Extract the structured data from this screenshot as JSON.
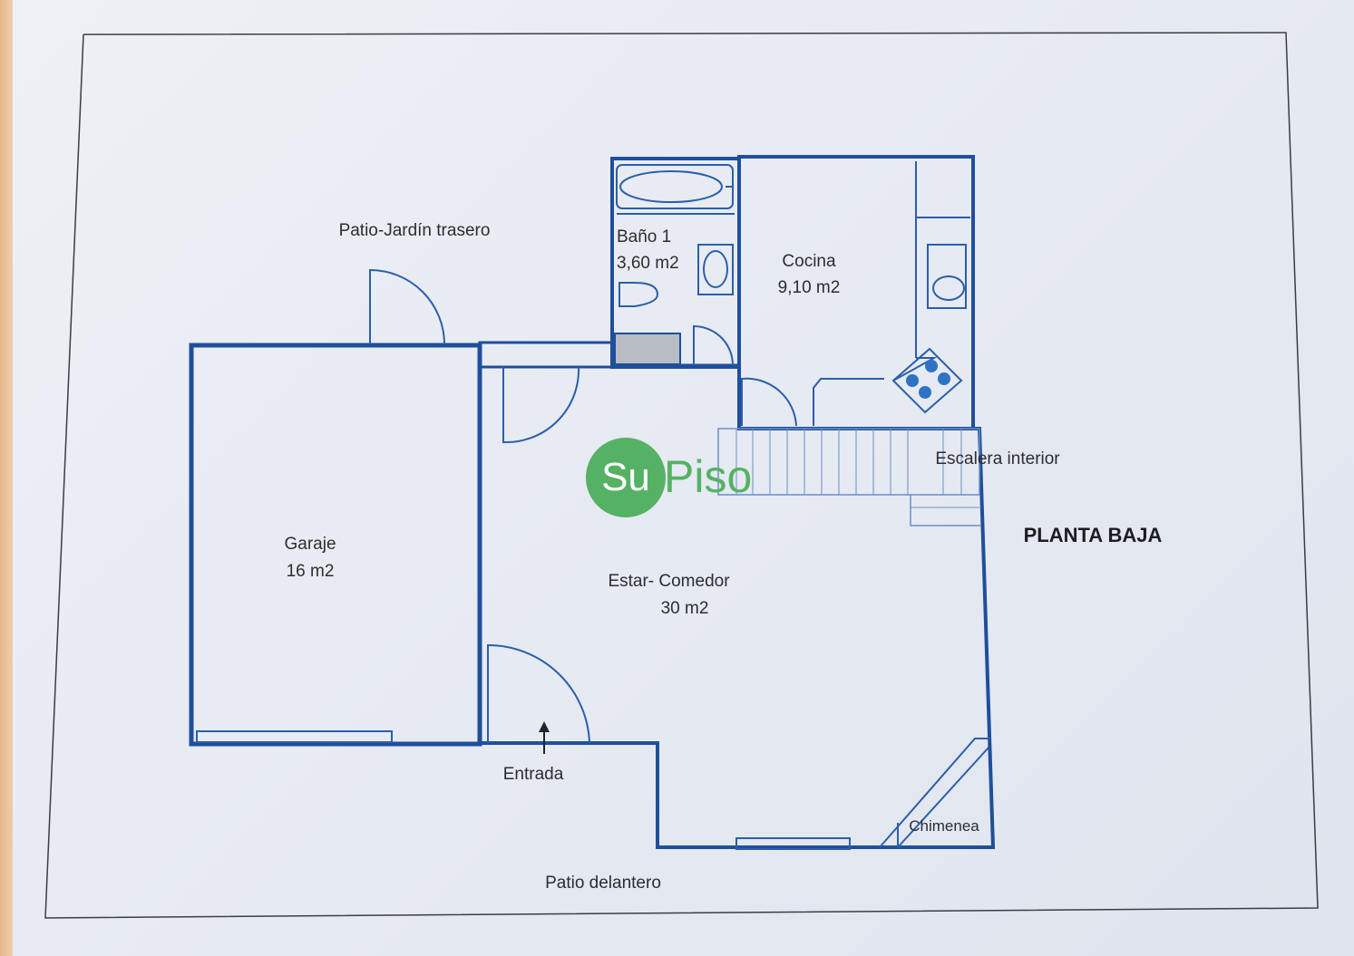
{
  "rooms": {
    "patio_trasero": "Patio-Jardín trasero",
    "bano_name": "Baño 1",
    "bano_area": "3,60 m2",
    "cocina_name": "Cocina",
    "cocina_area": "9,10 m2",
    "escalera": "Escalera interior",
    "garaje_name": "Garaje",
    "garaje_area": "16 m2",
    "estar_name": "Estar- Comedor",
    "estar_area": "30 m2",
    "entrada": "Entrada",
    "chimenea": "Chimenea",
    "patio_delantero": "Patio delantero"
  },
  "floor_title": "PLANTA BAJA",
  "logo": {
    "part1": "Su",
    "part2": "Piso"
  },
  "colors": {
    "wall": "#1f4f9c",
    "logo_green": "#55b264"
  }
}
